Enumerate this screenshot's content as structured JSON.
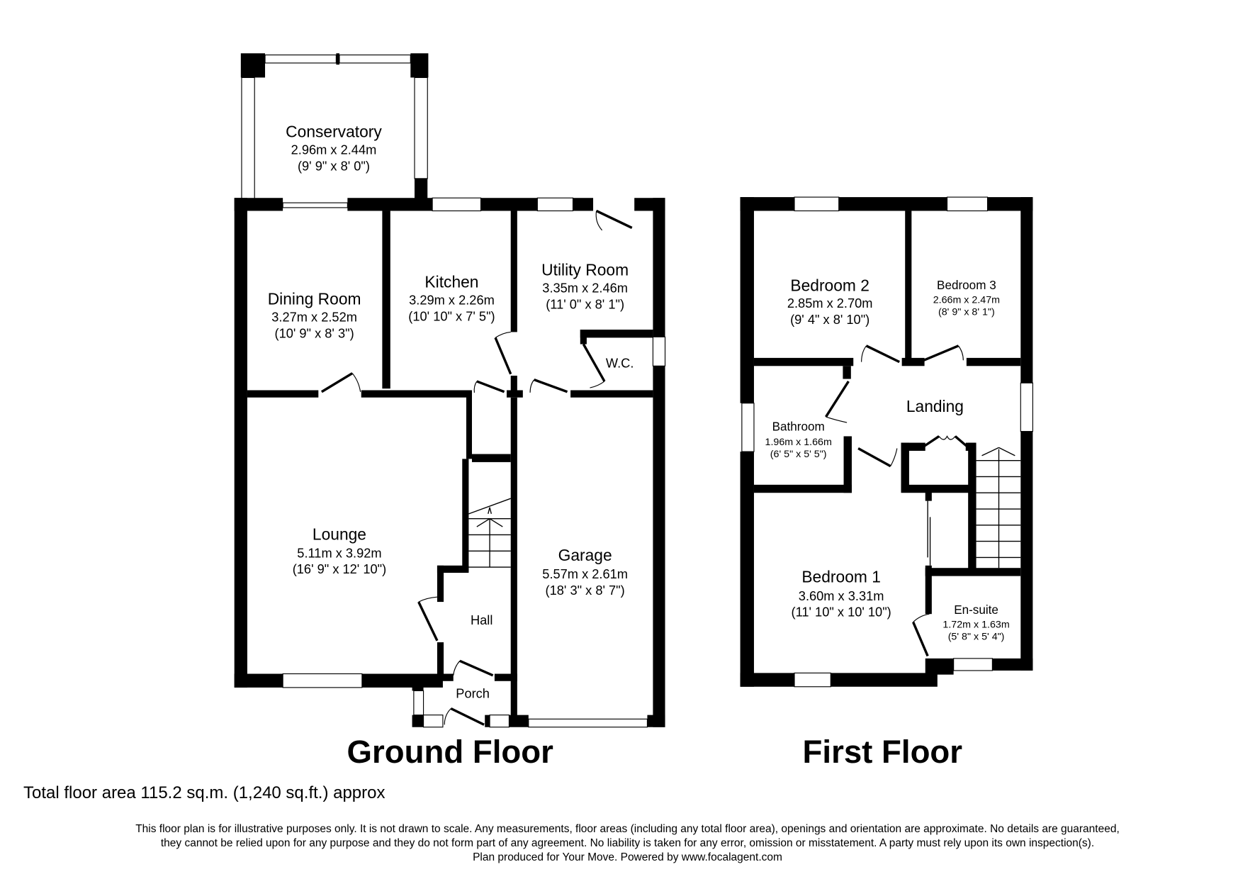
{
  "floors": {
    "ground": {
      "title": "Ground Floor",
      "rooms": [
        {
          "name": "Conservatory",
          "metric": "2.96m x 2.44m",
          "imperial": "(9' 9\" x 8' 0\")"
        },
        {
          "name": "Dining Room",
          "metric": "3.27m x 2.52m",
          "imperial": "(10' 9\" x 8' 3\")"
        },
        {
          "name": "Kitchen",
          "metric": "3.29m x 2.26m",
          "imperial": "(10' 10\" x 7' 5\")"
        },
        {
          "name": "Utility Room",
          "metric": "3.35m x 2.46m",
          "imperial": "(11' 0\" x 8' 1\")"
        },
        {
          "name": "W.C."
        },
        {
          "name": "Lounge",
          "metric": "5.11m x 3.92m",
          "imperial": "(16' 9\" x 12' 10\")"
        },
        {
          "name": "Garage",
          "metric": "5.57m x 2.61m",
          "imperial": "(18' 3\" x 8' 7\")"
        },
        {
          "name": "Hall"
        },
        {
          "name": "Porch"
        }
      ]
    },
    "first": {
      "title": "First Floor",
      "rooms": [
        {
          "name": "Bedroom 2",
          "metric": "2.85m x 2.70m",
          "imperial": "(9' 4\" x 8' 10\")"
        },
        {
          "name": "Bedroom 3",
          "metric": "2.66m x 2.47m",
          "imperial": "(8' 9\" x 8' 1\")"
        },
        {
          "name": "Landing"
        },
        {
          "name": "Bathroom",
          "metric": "1.96m x 1.66m",
          "imperial": "(6' 5\" x 5' 5\")"
        },
        {
          "name": "Bedroom 1",
          "metric": "3.60m x 3.31m",
          "imperial": "(11' 10\" x 10' 10\")"
        },
        {
          "name": "En-suite",
          "metric": "1.72m x 1.63m",
          "imperial": "(5' 8\" x 5' 4\")"
        }
      ]
    }
  },
  "total_area": "Total floor area 115.2 sq.m. (1,240 sq.ft.) approx",
  "disclaimer": [
    "This floor plan is for illustrative purposes only. It is not drawn to scale. Any measurements, floor areas (including any total floor area), openings and orientation are approximate. No details are guaranteed,",
    "they cannot be relied upon for any purpose and they do not form part of any agreement. No liability is taken for any error, omission or misstatement. A party must rely upon its own inspection(s).",
    "Plan produced for Your Move. Powered by www.focalagent.com"
  ]
}
